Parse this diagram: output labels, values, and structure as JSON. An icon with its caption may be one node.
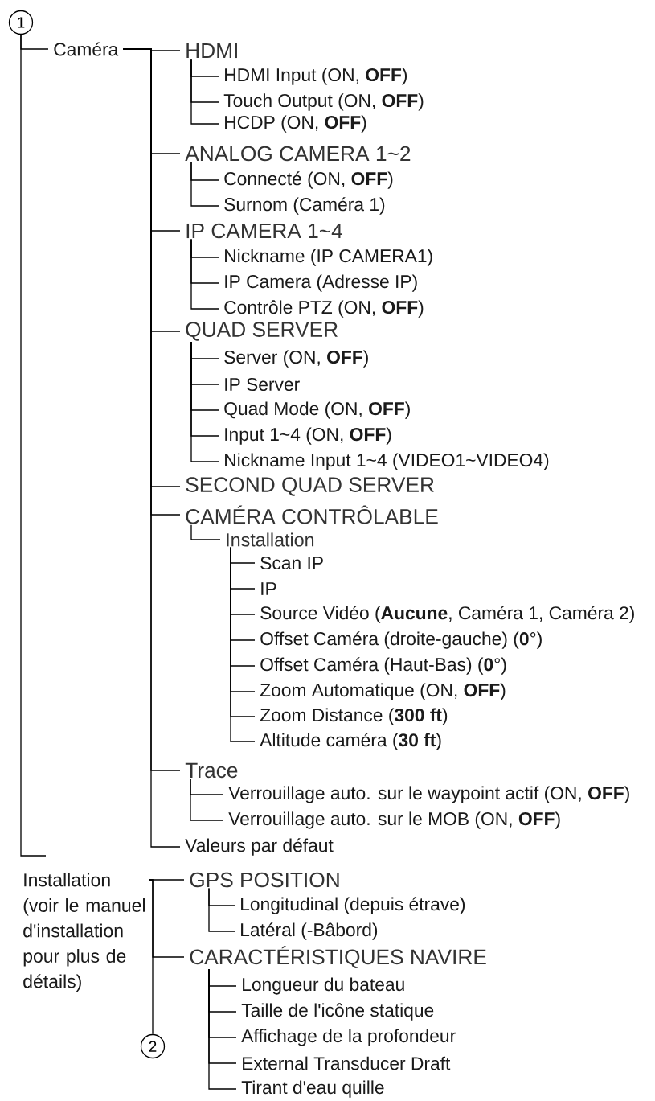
{
  "diagram": {
    "nodes": [
      {
        "text": [
          "1"
        ]
      },
      {
        "text": [
          "Caméra"
        ]
      },
      {
        "text": [
          "HDMI"
        ]
      },
      {
        "text": [
          "HDMI Input (ON, **OFF**)"
        ]
      },
      {
        "text": [
          "Touch Output (ON, **OFF**)"
        ]
      },
      {
        "text": [
          "HCDP (ON, **OFF**)"
        ]
      },
      {
        "text": [
          "ANALOG CAMERA 1~2"
        ]
      },
      {
        "text": [
          "Connecté (ON, **OFF**)"
        ]
      },
      {
        "text": [
          "Surnom (Caméra 1)"
        ]
      },
      {
        "text": [
          "IP CAMERA 1~4"
        ]
      },
      {
        "text": [
          "Nickname (IP CAMERA1)"
        ]
      },
      {
        "text": [
          "IP Camera (Adresse IP)"
        ]
      },
      {
        "text": [
          "Contrôle PTZ (ON, **OFF**)"
        ]
      },
      {
        "text": [
          "QUAD SERVER"
        ]
      },
      {
        "text": [
          "Server (ON, **OFF**)"
        ]
      },
      {
        "text": [
          "IP Server"
        ]
      },
      {
        "text": [
          "Quad Mode (ON, **OFF**)"
        ]
      },
      {
        "text": [
          "Input 1~4 (ON, **OFF**)"
        ]
      },
      {
        "text": [
          "Nickname Input 1~4 (VIDEO1~VIDEO4)"
        ]
      },
      {
        "text": [
          "SECOND QUAD SERVER"
        ]
      },
      {
        "text": [
          "CAMÉRA CONTRÔLABLE"
        ]
      },
      {
        "text": [
          "Installation"
        ]
      },
      {
        "text": [
          "Scan IP"
        ]
      },
      {
        "text": [
          "IP"
        ]
      },
      {
        "text": [
          "Source Vidéo (**Aucune**, Caméra 1, Caméra 2)"
        ]
      },
      {
        "text": [
          "Offset Caméra (droite-gauche) (**0**°)"
        ]
      },
      {
        "text": [
          "Offset Caméra (Haut-Bas) (**0**°)"
        ]
      },
      {
        "text": [
          "Zoom Automatique (ON, **OFF**)"
        ]
      },
      {
        "text": [
          "Zoom Distance (**300 ft**)"
        ]
      },
      {
        "text": [
          "Altitude caméra (**30 ft**)"
        ]
      },
      {
        "text": [
          "Trace"
        ]
      },
      {
        "text": [
          "Verrouillage auto. sur le waypoint actif (ON, **OFF**)"
        ]
      },
      {
        "text": [
          "Verrouillage auto. sur le MOB (ON, **OFF**)"
        ]
      },
      {
        "text": [
          "Valeurs par défaut"
        ]
      },
      {
        "text": [
          "Installation (voir le manuel d'installation pour plus de détails)"
        ]
      },
      {
        "text": [
          "GPS POSITION"
        ]
      },
      {
        "text": [
          "Longitudinal (depuis étrave)"
        ]
      },
      {
        "text": [
          "Latéral (-Bâbord)"
        ]
      },
      {
        "text": [
          "CARACTÉRISTIQUES NAVIRE"
        ]
      },
      {
        "text": [
          "Longueur du bateau"
        ]
      },
      {
        "text": [
          "Taille de l'icône statique"
        ]
      },
      {
        "text": [
          "Affichage de la profondeur"
        ]
      },
      {
        "text": [
          "External Transducer Draft"
        ]
      },
      {
        "text": [
          "Tirant d'eau quille"
        ]
      },
      {
        "text": [
          "2"
        ]
      }
    ],
    "edges": [
      {
        "from": 0,
        "to": 1,
        "arrow": "none"
      },
      {
        "from": 0,
        "to": 34,
        "arrow": "none"
      },
      {
        "from": 1,
        "to": 2,
        "arrow": "none"
      },
      {
        "from": 1,
        "to": 6,
        "arrow": "none"
      },
      {
        "from": 1,
        "to": 9,
        "arrow": "none"
      },
      {
        "from": 1,
        "to": 13,
        "arrow": "none"
      },
      {
        "from": 1,
        "to": 19,
        "arrow": "none"
      },
      {
        "from": 1,
        "to": 20,
        "arrow": "none"
      },
      {
        "from": 1,
        "to": 30,
        "arrow": "none"
      },
      {
        "from": 1,
        "to": 33,
        "arrow": "none"
      },
      {
        "from": 2,
        "to": 3,
        "arrow": "none"
      },
      {
        "from": 2,
        "to": 4,
        "arrow": "none"
      },
      {
        "from": 2,
        "to": 5,
        "arrow": "none"
      },
      {
        "from": 6,
        "to": 7,
        "arrow": "none"
      },
      {
        "from": 6,
        "to": 8,
        "arrow": "none"
      },
      {
        "from": 9,
        "to": 10,
        "arrow": "none"
      },
      {
        "from": 9,
        "to": 11,
        "arrow": "none"
      },
      {
        "from": 9,
        "to": 12,
        "arrow": "none"
      },
      {
        "from": 13,
        "to": 14,
        "arrow": "none"
      },
      {
        "from": 13,
        "to": 15,
        "arrow": "none"
      },
      {
        "from": 13,
        "to": 16,
        "arrow": "none"
      },
      {
        "from": 13,
        "to": 17,
        "arrow": "none"
      },
      {
        "from": 13,
        "to": 18,
        "arrow": "none"
      },
      {
        "from": 20,
        "to": 21,
        "arrow": "none"
      },
      {
        "from": 21,
        "to": 22,
        "arrow": "none"
      },
      {
        "from": 21,
        "to": 23,
        "arrow": "none"
      },
      {
        "from": 21,
        "to": 24,
        "arrow": "none"
      },
      {
        "from": 21,
        "to": 25,
        "arrow": "none"
      },
      {
        "from": 21,
        "to": 26,
        "arrow": "none"
      },
      {
        "from": 21,
        "to": 27,
        "arrow": "none"
      },
      {
        "from": 21,
        "to": 28,
        "arrow": "none"
      },
      {
        "from": 21,
        "to": 29,
        "arrow": "none"
      },
      {
        "from": 30,
        "to": 31,
        "arrow": "none"
      },
      {
        "from": 30,
        "to": 32,
        "arrow": "none"
      },
      {
        "from": 34,
        "to": 35,
        "arrow": "none"
      },
      {
        "from": 34,
        "to": 38,
        "arrow": "none"
      },
      {
        "from": 34,
        "to": 44,
        "arrow": "none"
      },
      {
        "from": 35,
        "to": 36,
        "arrow": "none"
      },
      {
        "from": 35,
        "to": 37,
        "arrow": "none"
      },
      {
        "from": 38,
        "to": 39,
        "arrow": "none"
      },
      {
        "from": 38,
        "to": 40,
        "arrow": "none"
      },
      {
        "from": 38,
        "to": 41,
        "arrow": "none"
      },
      {
        "from": 38,
        "to": 42,
        "arrow": "none"
      },
      {
        "from": 38,
        "to": 43,
        "arrow": "none"
      }
    ]
  }
}
